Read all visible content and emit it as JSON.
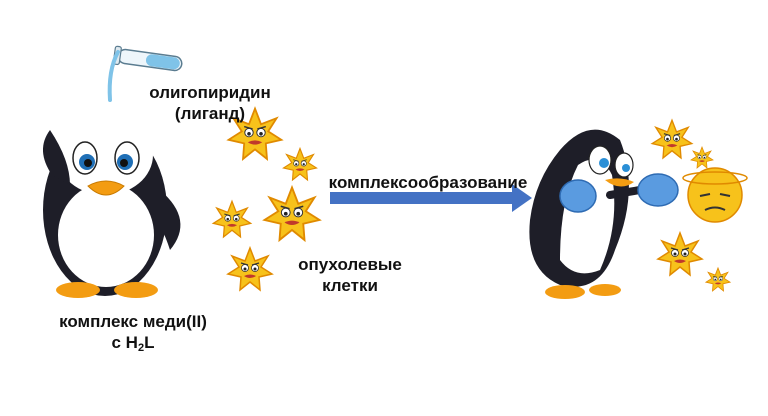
{
  "labels": {
    "ligand_line1": "олигопиридин",
    "ligand_line2": "(лиганд)",
    "cells_line1": "опухолевые",
    "cells_line2": "клетки",
    "process": "комплексообразование",
    "complex_line1": "комплекс меди(II)",
    "complex_line2_prefix": "с H",
    "complex_line2_sub": "2",
    "complex_line2_suffix": "L"
  },
  "colors": {
    "arrow": "#4472c4",
    "penguin_body": "#1e1e28",
    "penguin_belly": "#ffffff",
    "beak_feet": "#f39c12",
    "cell_fill": "#f7c21b",
    "cell_stroke": "#e08a00",
    "glove": "#5a9be0",
    "tube_liquid": "#7fc3e8"
  },
  "icons": [
    "test-tube-icon",
    "penguin-icon",
    "tumor-cell-icon",
    "boxing-penguin-icon",
    "boxing-glove-icon"
  ]
}
